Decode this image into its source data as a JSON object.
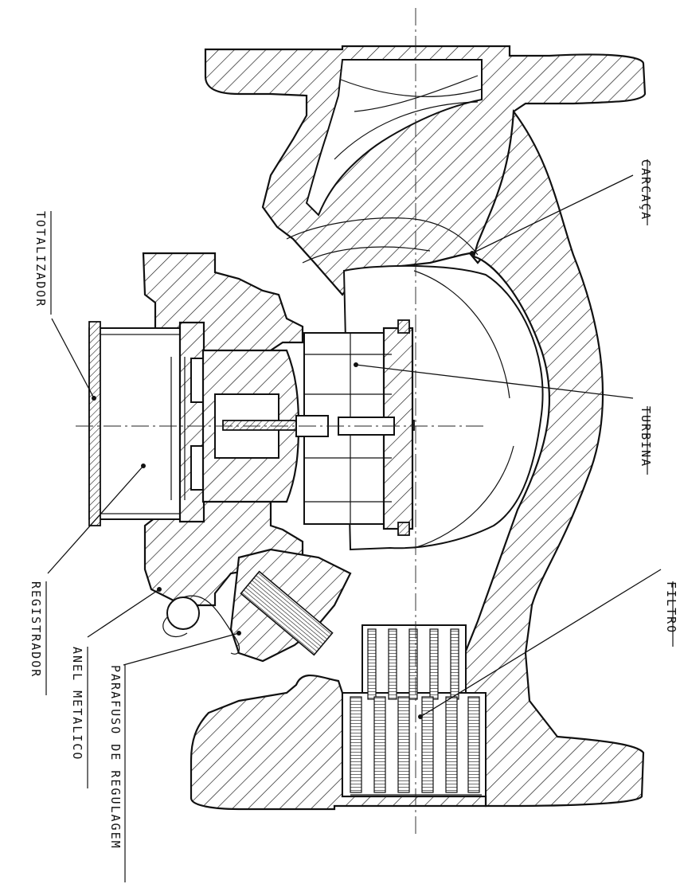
{
  "labels": {
    "totalizador": "TOTALIZADOR",
    "carcaca": "CARCAÇA",
    "turbina": "TURBINA",
    "filtro": "FILTRO",
    "registrador": "REGISTRADOR",
    "anel_metalico": "ANEL METALICO",
    "parafuso_regulagem": "PARAFUSO DE REGULAGEM"
  }
}
